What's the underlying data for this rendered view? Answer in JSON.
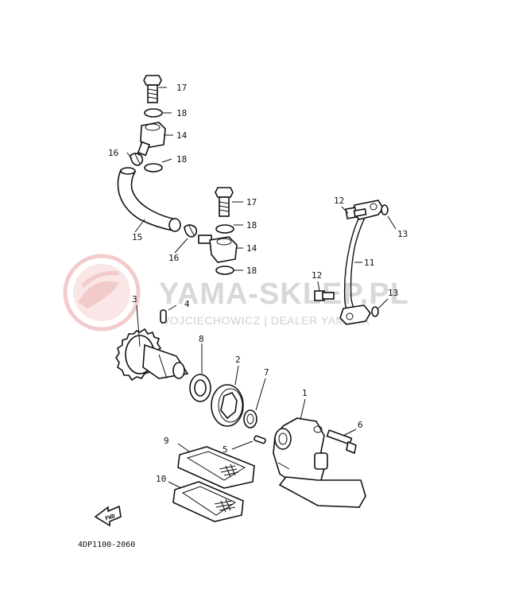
{
  "watermark": {
    "title": "YAMA-SKLEP.PL",
    "subtitle": "WOJCIECHOWICZ | DEALER YAMAHA",
    "logo_color": "#f2b8b8"
  },
  "diagram": {
    "code": "4DP1100-2060",
    "fwd_label": "FWD",
    "callouts": {
      "c17a": "17",
      "c18a": "18",
      "c14a": "14",
      "c16a": "16",
      "c18b": "18",
      "c15": "15",
      "c17b": "17",
      "c18c": "18",
      "c16b": "16",
      "c14b": "14",
      "c18d": "18",
      "c12a": "12",
      "c13a": "13",
      "c11": "11",
      "c12b": "12",
      "c13b": "13",
      "c3": "3",
      "c4": "4",
      "c8": "8",
      "c2": "2",
      "c7": "7",
      "c1": "1",
      "c6": "6",
      "c9": "9",
      "c5": "5",
      "c10": "10"
    }
  }
}
